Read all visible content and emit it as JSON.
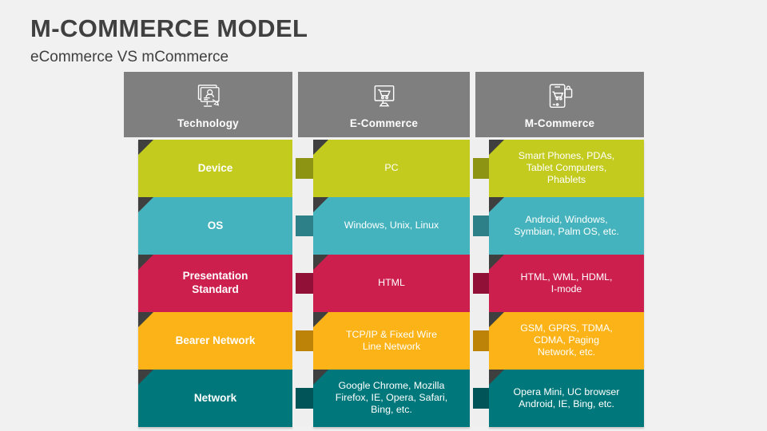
{
  "slide": {
    "title": "M-COMMERCE MODEL",
    "subtitle": "eCommerce VS mCommerce",
    "background": "#f1f1f1"
  },
  "header": {
    "background": "#7f7f7f",
    "columns": [
      {
        "label": "Technology",
        "icon": "desktop-user-icon"
      },
      {
        "label": "E-Commerce",
        "icon": "desktop-cart-icon"
      },
      {
        "label": "M-Commerce",
        "icon": "mobile-cart-bag-icon"
      }
    ]
  },
  "table": {
    "rows": [
      {
        "color": "#c3cb1f",
        "connector_color": "#8d9414",
        "label": "Device",
        "ecommerce": "PC",
        "mcommerce": "Smart Phones, PDAs,\nTablet Computers,\nPhablets"
      },
      {
        "color": "#44b3bd",
        "connector_color": "#2d7f88",
        "label": "OS",
        "ecommerce": "Windows, Unix, Linux",
        "mcommerce": "Android, Windows,\nSymbian, Palm OS, etc."
      },
      {
        "color": "#cc1f4e",
        "connector_color": "#911038",
        "label": "Presentation\nStandard",
        "ecommerce": "HTML",
        "mcommerce": "HTML, WML, HDML,\nI-mode"
      },
      {
        "color": "#fbb318",
        "connector_color": "#bd8208",
        "label": "Bearer Network",
        "ecommerce": "TCP/IP & Fixed Wire\nLine Network",
        "mcommerce": "GSM, GPRS, TDMA,\nCDMA, Paging\nNetwork, etc."
      },
      {
        "color": "#00787b",
        "connector_color": "#015457",
        "label": "Network",
        "ecommerce": "Google Chrome, Mozilla\nFirefox, IE, Opera, Safari,\nBing, etc.",
        "mcommerce": "Opera Mini, UC browser\nAndroid, IE, Bing, etc."
      }
    ]
  }
}
